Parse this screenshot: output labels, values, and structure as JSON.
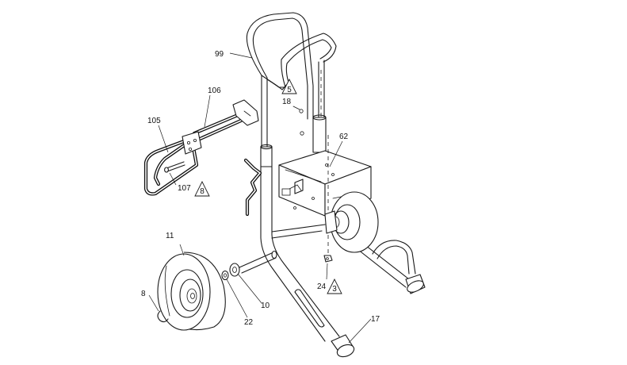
{
  "callouts": {
    "c99": "99",
    "c5": "5",
    "c18": "18",
    "c106": "106",
    "c105": "105",
    "c107": "107",
    "c8tri": "8",
    "c62": "62",
    "c11": "11",
    "c8": "8",
    "c10": "10",
    "c22": "22",
    "c24": "24",
    "c3": "3",
    "c17": "17"
  },
  "colors": {
    "line": "#1a1a1a",
    "background": "#ffffff"
  }
}
